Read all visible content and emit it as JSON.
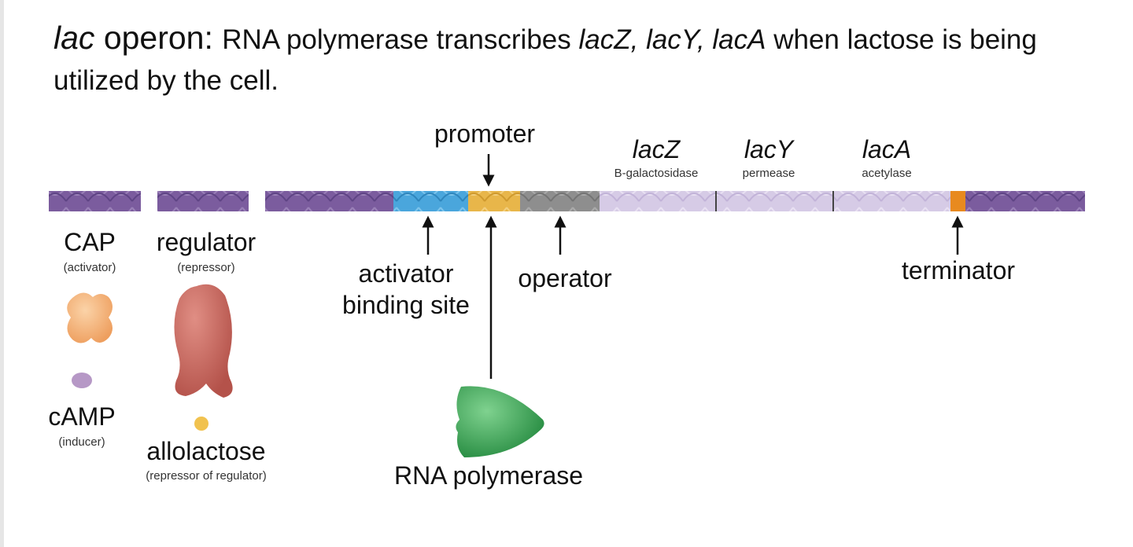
{
  "title": {
    "part1": "lac",
    "part2": " operon: ",
    "part3": "RNA polymerase transcribes ",
    "genes_italic": "lacZ, lacY, lacA",
    "part4": " when lactose is being utilized by the cell."
  },
  "labels": {
    "promoter": "promoter",
    "lacZ": "lacZ",
    "lacZ_sub": "B-galactosidase",
    "lacY": "lacY",
    "lacY_sub": "permease",
    "lacA": "lacA",
    "lacA_sub": "acetylase",
    "cap": "CAP",
    "cap_sub": "(activator)",
    "regulator": "regulator",
    "regulator_sub": "(repressor)",
    "activator_binding_site": "activator\nbinding site",
    "operator": "operator",
    "terminator": "terminator",
    "camp": "cAMP",
    "camp_sub": "(inducer)",
    "allolactose": "allolactose",
    "allolactose_sub": "(repressor of regulator)",
    "rna_polymerase": "RNA polymerase"
  },
  "colors": {
    "dna_dark": "#7b5c9e",
    "dna_light": "#d6cbe6",
    "activator_site": "#4aa6dc",
    "promoter": "#e8b64a",
    "operator": "#8e8e8e",
    "terminator": "#e88a1f",
    "cap_protein": "#f3b77f",
    "repressor_protein": "#c8685e",
    "camp": "#b698c6",
    "allolactose": "#f1c24f",
    "rna_polymerase": "#39a957"
  }
}
